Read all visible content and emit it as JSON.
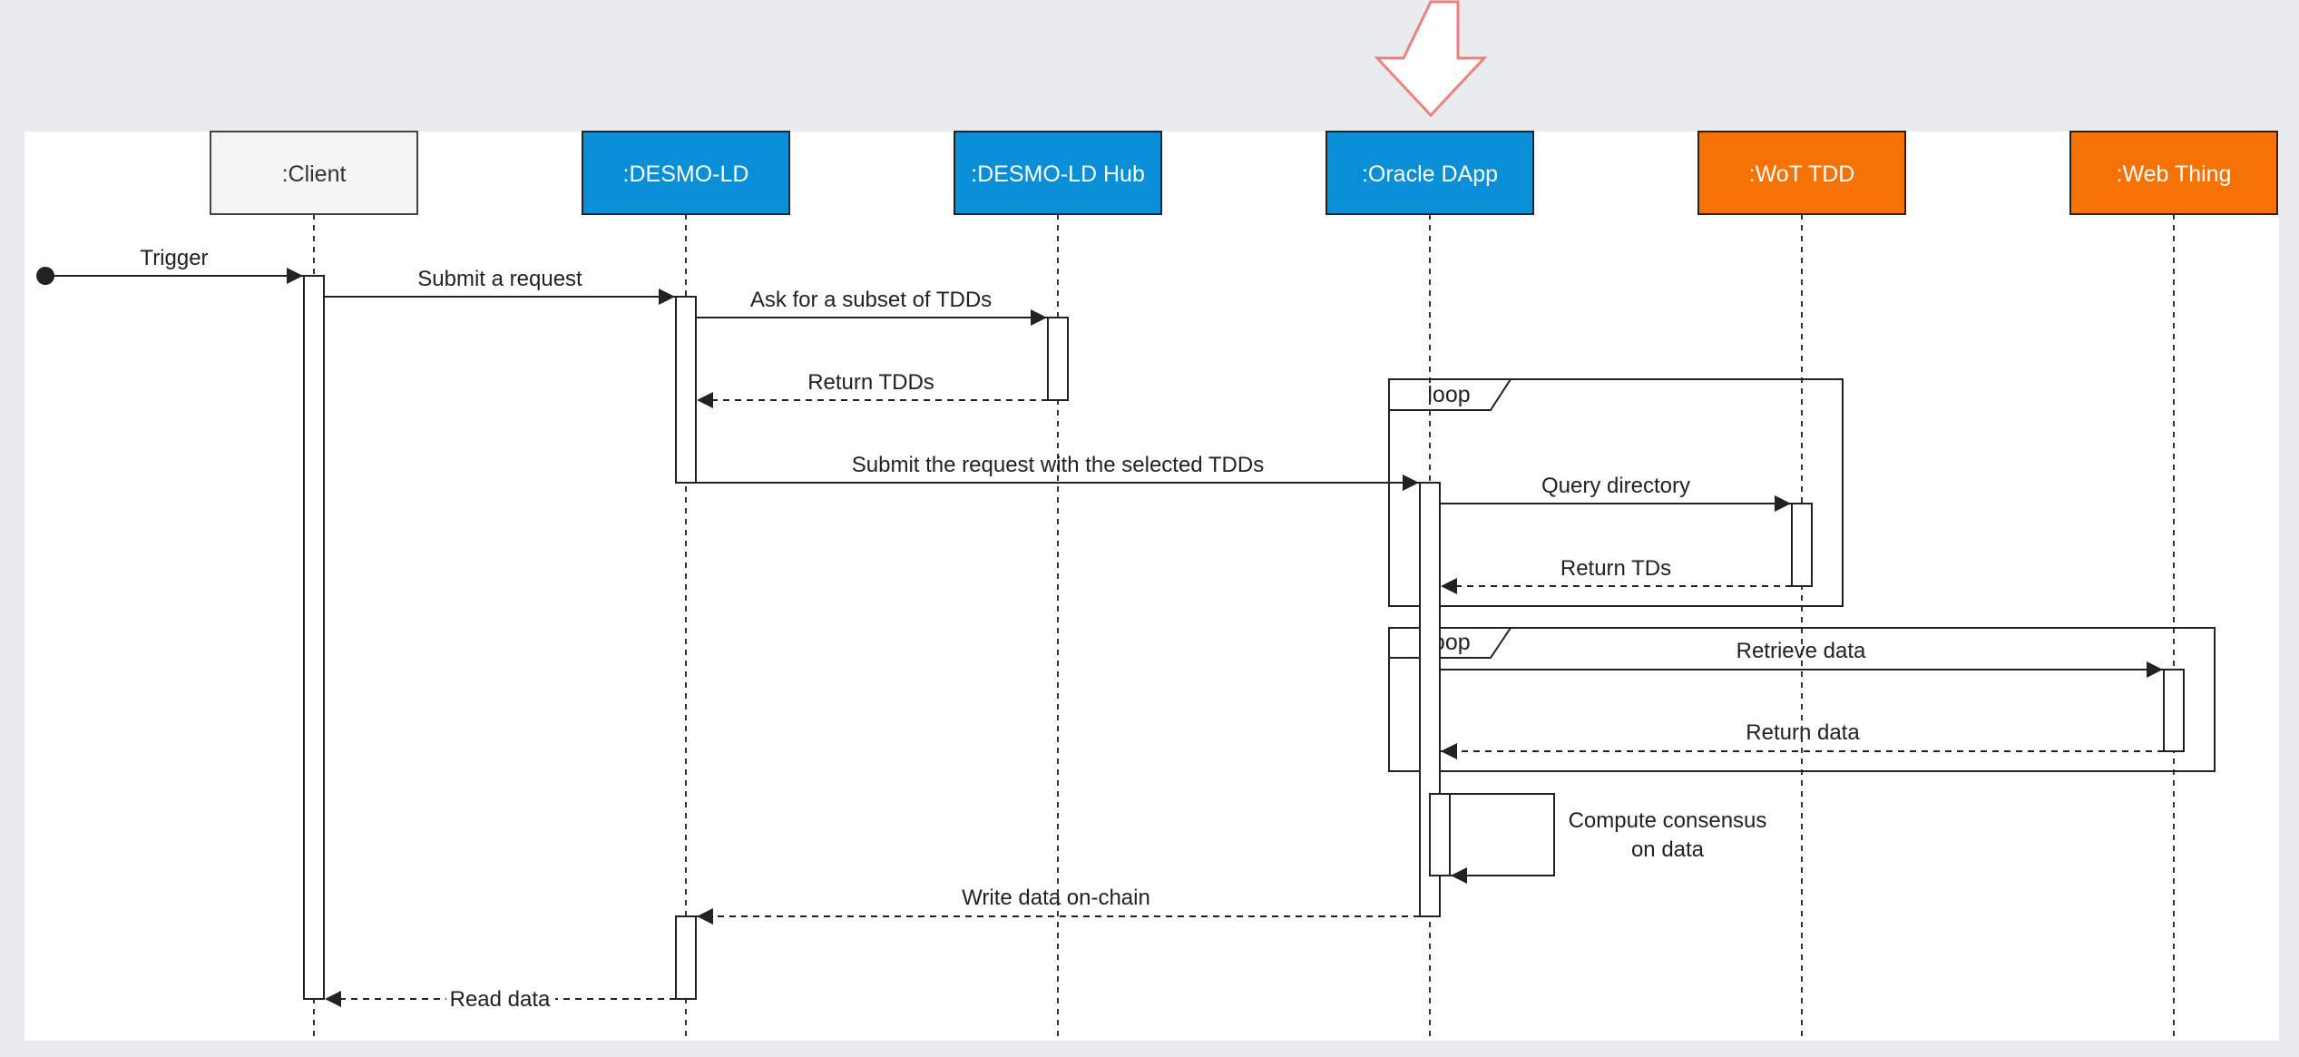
{
  "colors": {
    "page_background": "#e9ecee",
    "canvas_background": "#ffffff",
    "client_fill": "#f5f5f5",
    "blue_fill": "#0a8fd6",
    "orange_fill": "#f67204",
    "line": "#222222",
    "indicator_arrow": "#f08080"
  },
  "participants": [
    {
      "label": ":Client",
      "style": "light"
    },
    {
      "label": ":DESMO-LD",
      "style": "blue"
    },
    {
      "label": ":DESMO-LD Hub",
      "style": "blue"
    },
    {
      "label": ":Oracle DApp",
      "style": "blue"
    },
    {
      "label": ":WoT TDD",
      "style": "orange"
    },
    {
      "label": ":Web Thing",
      "style": "orange"
    }
  ],
  "messages": [
    {
      "label": "Trigger",
      "kind": "found",
      "to": 0
    },
    {
      "label": "Submit a request",
      "kind": "sync",
      "from": 0,
      "to": 1
    },
    {
      "label": "Ask for a subset of TDDs",
      "kind": "sync",
      "from": 1,
      "to": 2
    },
    {
      "label": "Return TDDs",
      "kind": "return",
      "from": 2,
      "to": 1
    },
    {
      "label": "Submit the request with the selected TDDs",
      "kind": "sync",
      "from": 1,
      "to": 3
    },
    {
      "label": "Query directory",
      "kind": "sync",
      "from": 3,
      "to": 4
    },
    {
      "label": "Return TDs",
      "kind": "return",
      "from": 4,
      "to": 3
    },
    {
      "label": "Retrieve data",
      "kind": "sync",
      "from": 3,
      "to": 5
    },
    {
      "label": "Return data",
      "kind": "return",
      "from": 5,
      "to": 3
    },
    {
      "label": "Compute consensus\non data",
      "kind": "self",
      "from": 3,
      "to": 3
    },
    {
      "label": "Write data on-chain",
      "kind": "return",
      "from": 3,
      "to": 1
    },
    {
      "label": "Read data",
      "kind": "return",
      "from": 1,
      "to": 0
    }
  ],
  "fragments": [
    {
      "operator": "loop"
    },
    {
      "operator": "loop"
    }
  ]
}
